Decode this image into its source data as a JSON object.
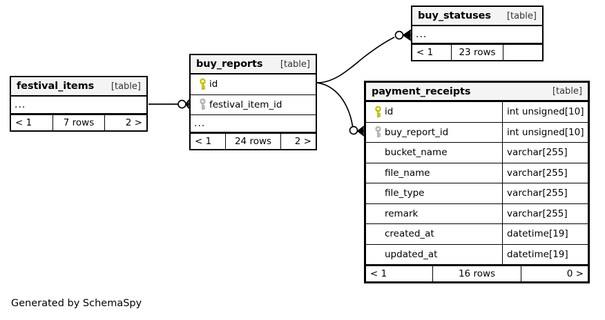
{
  "caption": "Generated by SchemaSpy",
  "table_tag": "[table]",
  "ellipsis": "...",
  "colors": {
    "primary_key": "#e8e800",
    "foreign_key": "#bfbfbf",
    "header_bg": "#f4f4f4",
    "border": "#000000",
    "page_bg": "#ffffff"
  },
  "tables": [
    {
      "id": "festival_items",
      "name": "festival_items",
      "tag": "[table]",
      "focal": false,
      "ellipsis_row": "...",
      "columns": [],
      "footer": {
        "left": "< 1",
        "middle": "7 rows",
        "right": "2 >"
      }
    },
    {
      "id": "buy_reports",
      "name": "buy_reports",
      "tag": "[table]",
      "focal": false,
      "ellipsis_row": "...",
      "columns": [
        {
          "name": "id",
          "key": "primary",
          "type": ""
        },
        {
          "name": "festival_item_id",
          "key": "foreign",
          "type": ""
        }
      ],
      "footer": {
        "left": "< 1",
        "middle": "24 rows",
        "right": "2 >"
      }
    },
    {
      "id": "buy_statuses",
      "name": "buy_statuses",
      "tag": "[table]",
      "focal": false,
      "ellipsis_row": "...",
      "columns": [],
      "footer": {
        "left": "< 1",
        "middle": "23 rows",
        "right": ""
      }
    },
    {
      "id": "payment_receipts",
      "name": "payment_receipts",
      "tag": "[table]",
      "focal": true,
      "ellipsis_row": "",
      "columns": [
        {
          "name": "id",
          "key": "primary",
          "type": "int unsigned[10]"
        },
        {
          "name": "buy_report_id",
          "key": "foreign",
          "type": "int unsigned[10]"
        },
        {
          "name": "bucket_name",
          "key": "none",
          "type": "varchar[255]"
        },
        {
          "name": "file_name",
          "key": "none",
          "type": "varchar[255]"
        },
        {
          "name": "file_type",
          "key": "none",
          "type": "varchar[255]"
        },
        {
          "name": "remark",
          "key": "none",
          "type": "varchar[255]"
        },
        {
          "name": "created_at",
          "key": "none",
          "type": "datetime[19]"
        },
        {
          "name": "updated_at",
          "key": "none",
          "type": "datetime[19]"
        }
      ],
      "footer": {
        "left": "< 1",
        "middle": "16 rows",
        "right": "0 >"
      }
    }
  ],
  "relationships": [
    {
      "id": "festival_items-to-buy_reports",
      "from_table": "festival_items",
      "to_table": "buy_reports",
      "to_column": "festival_item_id",
      "from_cardinality": "zero-or-one",
      "to_cardinality": "many"
    },
    {
      "id": "buy_reports-to-buy_statuses",
      "from_table": "buy_reports",
      "from_column": "id",
      "to_table": "buy_statuses",
      "from_cardinality": "one",
      "to_cardinality": "zero-or-many"
    },
    {
      "id": "buy_reports-to-payment_receipts",
      "from_table": "buy_reports",
      "from_column": "id",
      "to_table": "payment_receipts",
      "to_column": "buy_report_id",
      "from_cardinality": "one",
      "to_cardinality": "zero-or-many"
    }
  ]
}
